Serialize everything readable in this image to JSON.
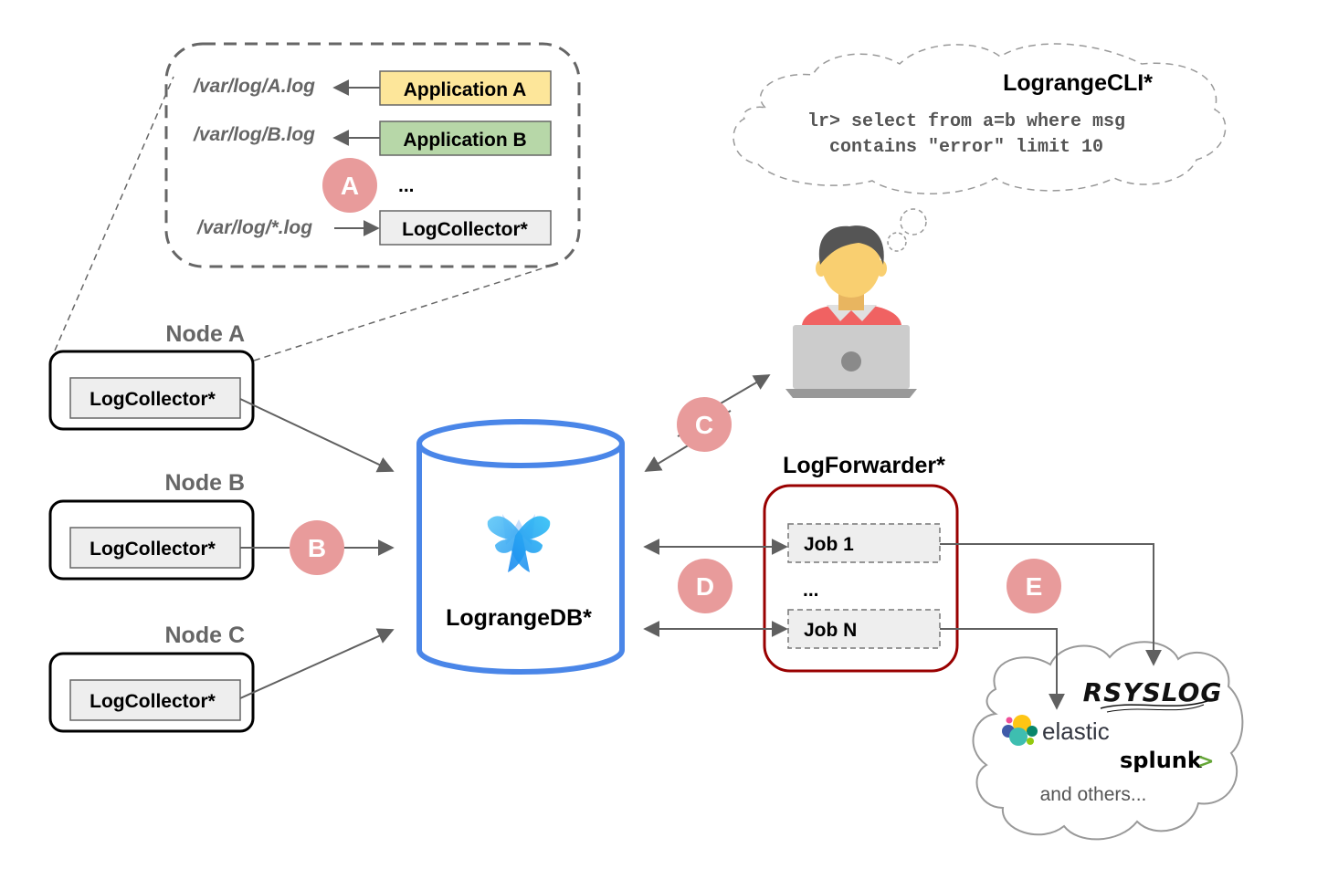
{
  "zoom_box": {
    "paths": [
      "/var/log/A.log",
      "/var/log/B.log",
      "/var/log/*.log"
    ],
    "apps": [
      {
        "label": "Application A",
        "color": "#fde69a"
      },
      {
        "label": "Application B",
        "color": "#b7d7a8"
      }
    ],
    "ellipsis": "...",
    "collector_label": "LogCollector*",
    "badge": "A"
  },
  "nodes": [
    {
      "title": "Node A",
      "collector": "LogCollector*"
    },
    {
      "title": "Node B",
      "collector": "LogCollector*"
    },
    {
      "title": "Node C",
      "collector": "LogCollector*"
    }
  ],
  "database": {
    "label": "LograngeDB*",
    "border_color": "#4a86e8"
  },
  "cli": {
    "title": "LograngeCLI*",
    "command_line1": "lr> select from a=b where msg",
    "command_line2": "contains \"error\" limit 10"
  },
  "forwarder": {
    "title": "LogForwarder*",
    "border_color": "#990000",
    "jobs": [
      "Job 1",
      "Job N"
    ],
    "ellipsis": "..."
  },
  "destinations": {
    "items": [
      "rsyslog",
      "elastic",
      "splunk>"
    ],
    "elastic_label": "elastic",
    "rsyslog_label": "rsyslog",
    "splunk_label": "splunk",
    "splunk_chevron": ">",
    "others_label": "and others..."
  },
  "badges": {
    "a": "A",
    "b": "B",
    "c": "C",
    "d": "D",
    "e": "E"
  },
  "badge_color": "#e89b9b"
}
